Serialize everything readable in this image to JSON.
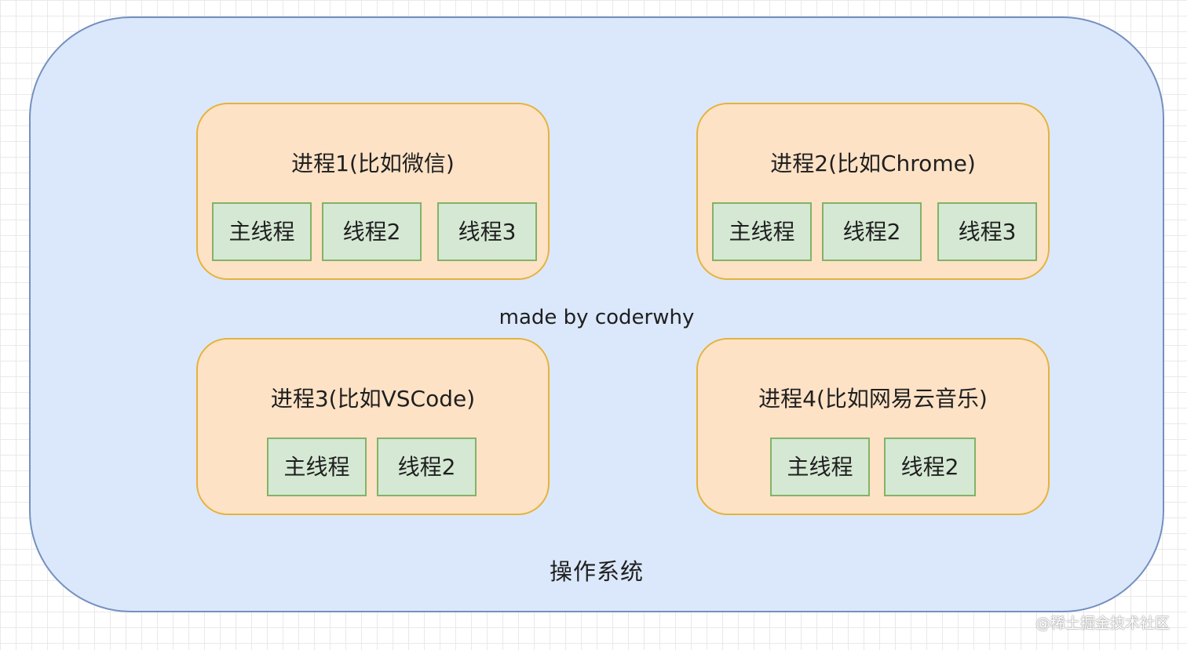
{
  "os": {
    "label": "操作系统"
  },
  "credit": "made by coderwhy",
  "processes": [
    {
      "title": "进程1(比如微信)",
      "threads": [
        "主线程",
        "线程2",
        "线程3"
      ]
    },
    {
      "title": "进程2(比如Chrome)",
      "threads": [
        "主线程",
        "线程2",
        "线程3"
      ]
    },
    {
      "title": "进程3(比如VSCode)",
      "threads": [
        "主线程",
        "线程2"
      ]
    },
    {
      "title": "进程4(比如网易云音乐)",
      "threads": [
        "主线程",
        "线程2"
      ]
    }
  ],
  "watermark": "@稀土掘金技术社区",
  "colors": {
    "os_fill": "#dbe8fb",
    "os_stroke": "#7590c0",
    "process_fill": "#fde2c6",
    "process_stroke": "#e6b23a",
    "thread_fill": "#d5e8d4",
    "thread_stroke": "#82b366"
  }
}
